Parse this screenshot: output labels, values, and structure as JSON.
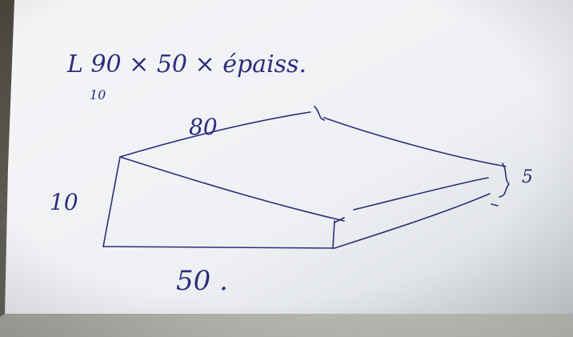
{
  "photo": {
    "title_line": "L 90 × 50 × épaiss.",
    "labels": {
      "top_small": "10",
      "top_edge": "80",
      "left_edge": "10",
      "right_edge": "5",
      "bottom_edge": "50 ."
    },
    "colors": {
      "ink": "#2f2d7a",
      "paper": "#f2f3f6",
      "paper_shadow": "#cfd2d8",
      "background_dark": "#3a3830",
      "background_light": "#c9c6be"
    }
  }
}
